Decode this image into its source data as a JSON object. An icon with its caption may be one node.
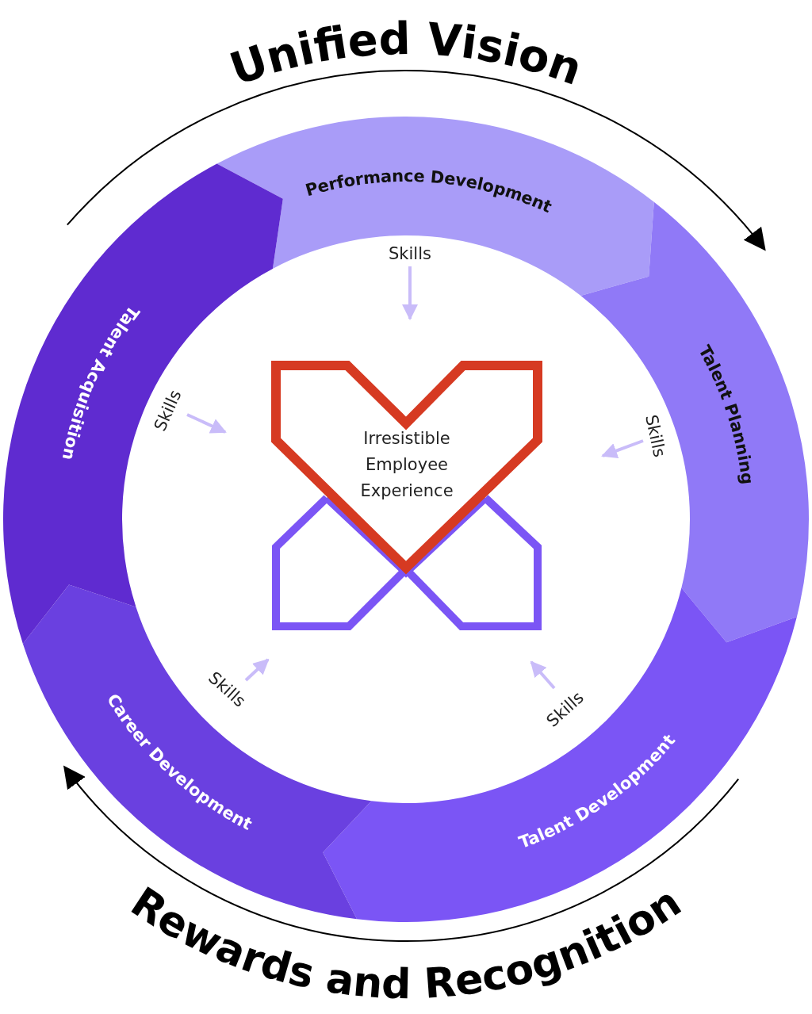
{
  "diagram": {
    "nodes": [
      {
        "text": [
          "Performance Development"
        ]
      },
      {
        "text": [
          "Talent Planning"
        ]
      },
      {
        "text": [
          "Talent Development"
        ]
      },
      {
        "text": [
          "Career Development"
        ]
      },
      {
        "text": [
          "Talent Acquisition"
        ]
      },
      {
        "text": [
          "Irresistible Employee Experience"
        ]
      },
      {
        "text": [
          "Skills"
        ]
      },
      {
        "text": [
          "Skills"
        ]
      },
      {
        "text": [
          "Skills"
        ]
      },
      {
        "text": [
          "Skills"
        ]
      },
      {
        "text": [
          "Skills"
        ]
      }
    ],
    "edges": [
      {
        "from": 6,
        "to": null,
        "arrow": "to"
      },
      {
        "from": 7,
        "to": null,
        "arrow": "to"
      },
      {
        "from": 8,
        "to": null,
        "arrow": "to"
      },
      {
        "from": 9,
        "to": null,
        "arrow": "to"
      },
      {
        "from": 10,
        "to": null,
        "arrow": "to"
      }
    ],
    "labels": [
      "Unified Vision",
      "Rewards and Recognition"
    ]
  }
}
